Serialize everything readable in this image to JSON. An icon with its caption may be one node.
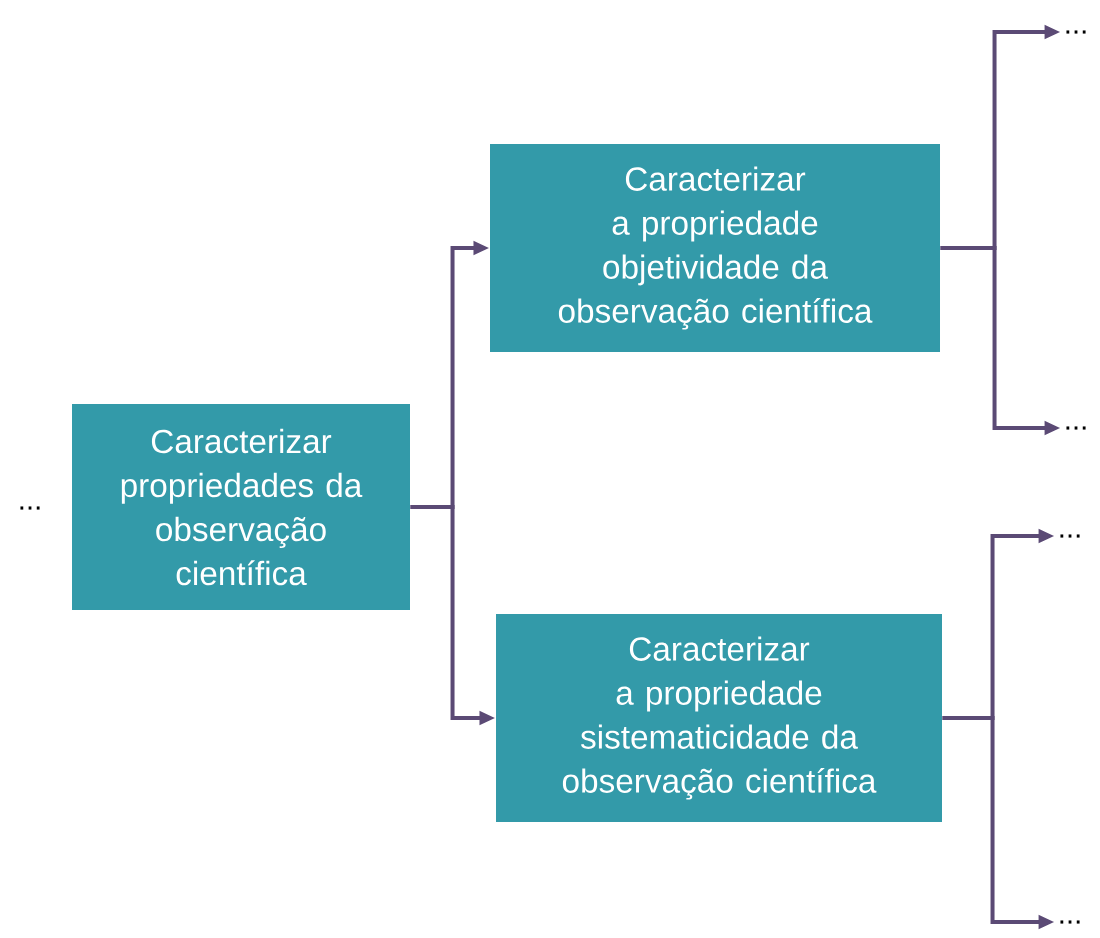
{
  "diagram": {
    "nodes": [
      {
        "text": [
          "Caracterizar propriedades da observação científica"
        ]
      },
      {
        "text": [
          "Caracterizar a propriedade objetividade da observação científica"
        ]
      },
      {
        "text": [
          "Caracterizar a propriedade sistematicidade da observação científica"
        ]
      },
      {
        "text": [
          "..."
        ]
      },
      {
        "text": [
          "..."
        ]
      },
      {
        "text": [
          "..."
        ]
      },
      {
        "text": [
          "..."
        ]
      }
    ],
    "edges": [
      {
        "from": 0,
        "to": 1,
        "arrow": "to"
      },
      {
        "from": 0,
        "to": 2,
        "arrow": "to"
      },
      {
        "from": 1,
        "to": 3,
        "arrow": "to"
      },
      {
        "from": 1,
        "to": 4,
        "arrow": "to"
      },
      {
        "from": 2,
        "to": 5,
        "arrow": "to"
      },
      {
        "from": 2,
        "to": 6,
        "arrow": "to"
      }
    ],
    "labels": [
      "..."
    ]
  }
}
